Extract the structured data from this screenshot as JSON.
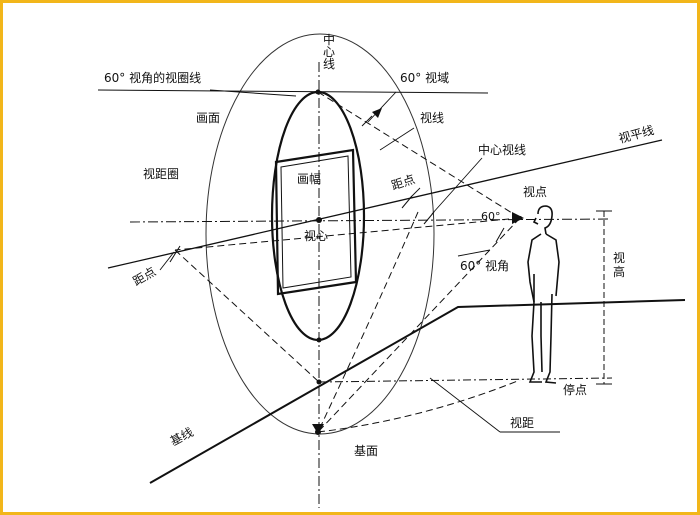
{
  "diagram": {
    "labels": {
      "center_line": "中心线",
      "sixty_view_circle_line": "60° 视角的视圈线",
      "sixty_view_field": "60° 视域",
      "picture_plane": "画面",
      "sight_line": "视线",
      "view_distance_circle": "视距圈",
      "center_sight_line": "中心视线",
      "horizon_line": "视平线",
      "picture_frame": "画幅",
      "distance_point_upper": "距点",
      "view_point": "视点",
      "sixty_a": "60°",
      "view_center": "视心",
      "view_height": "视高",
      "distance_point_lower": "距点",
      "sixty_view_angle": "60° 视角",
      "station_point": "停点",
      "base_line": "基线",
      "view_distance": "视距",
      "ground_plane": "基面"
    },
    "colors": {
      "frame_border": "#f2b61a",
      "ink": "#111111"
    }
  }
}
